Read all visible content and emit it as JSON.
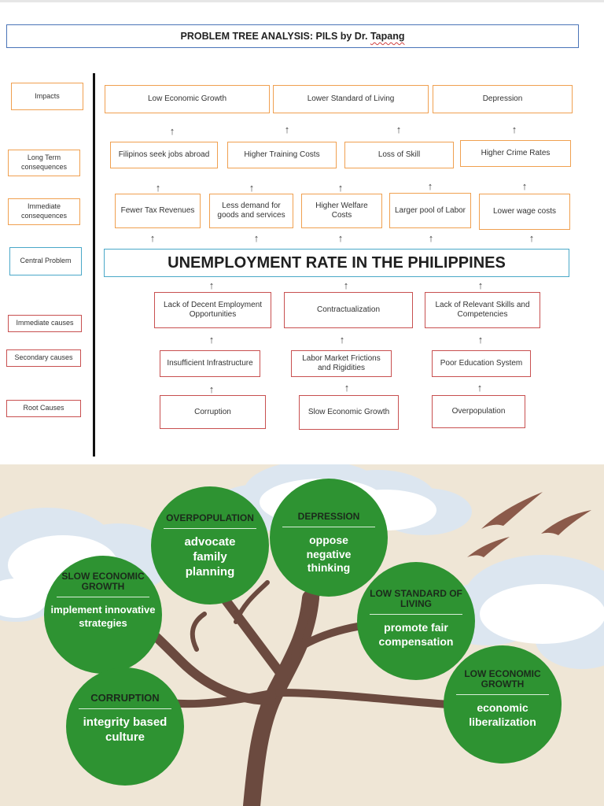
{
  "header": {
    "title_prefix": "PROBLEM TREE ANALYSIS: PILS by Dr. ",
    "title_name": "Tapang"
  },
  "side_labels": {
    "impacts": "Impacts",
    "long_term": "Long Term consequences",
    "immediate_consequences": "Immediate consequences",
    "central_problem": "Central Problem",
    "immediate_causes": "Immediate causes",
    "secondary_causes": "Secondary causes",
    "root_causes": "Root Causes"
  },
  "impacts": [
    "Low Economic Growth",
    "Lower Standard of Living",
    "Depression"
  ],
  "long_term": [
    "Filipinos seek jobs abroad",
    "Higher Training Costs",
    "Loss of Skill",
    "Higher Crime Rates"
  ],
  "immediate_consequences": [
    "Fewer Tax Revenues",
    "Less demand for goods and services",
    "Higher Welfare Costs",
    "Larger pool of Labor",
    "Lower wage costs"
  ],
  "central_problem": "UNEMPLOYMENT RATE IN THE PHILIPPINES",
  "immediate_causes": [
    "Lack of Decent Employment Opportunities",
    "Contractualization",
    "Lack of Relevant Skills and Competencies"
  ],
  "secondary_causes": [
    "Insufficient Infrastructure",
    "Labor Market Frictions and Rigidities",
    "Poor Education System"
  ],
  "root_causes": [
    "Corruption",
    "Slow Economic Growth",
    "Overpopulation"
  ],
  "arrow_glyph": "↑",
  "colors": {
    "impact_border": "#f0a050",
    "cause_border": "#c85050",
    "central_border": "#4aa8c8",
    "leaf_green": "#2e9332",
    "sky_bg": "#efe6d6",
    "trunk": "#6b4a3f"
  },
  "solution_tree": [
    {
      "problem": "SLOW ECONOMIC GROWTH",
      "solution": "implement innovative strategies"
    },
    {
      "problem": "OVERPOPULATION",
      "solution": "advocate family planning"
    },
    {
      "problem": "DEPRESSION",
      "solution": "oppose negative thinking"
    },
    {
      "problem": "LOW STANDARD OF LIVING",
      "solution": "promote fair compensation"
    },
    {
      "problem": "CORRUPTION",
      "solution": "integrity based culture"
    },
    {
      "problem": "LOW ECONOMIC GROWTH",
      "solution": "economic liberalization"
    }
  ]
}
